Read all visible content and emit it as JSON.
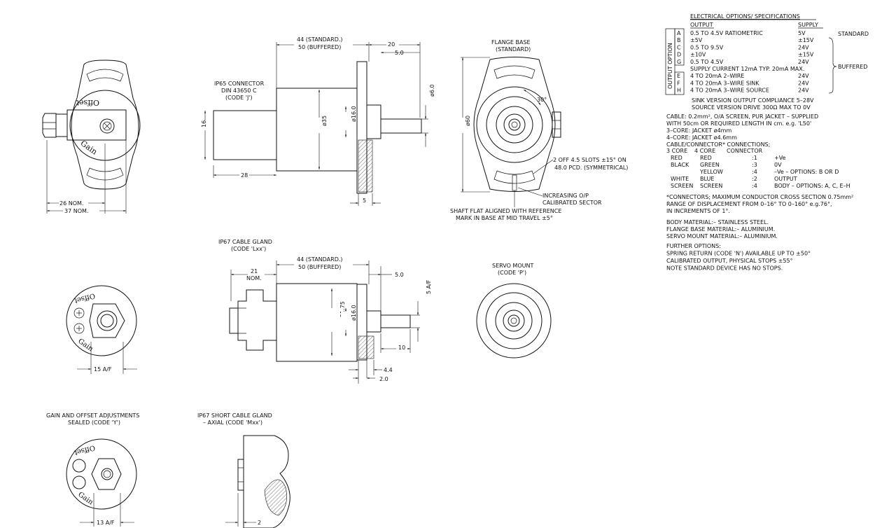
{
  "views": {
    "front_with_adjust": {
      "knob_offset": "Offset",
      "knob_gain": "Gain",
      "dim_26": "26 NOM.",
      "dim_37": "37 NOM."
    },
    "side_connector": {
      "dim_length": "44 (STANDARD.)",
      "dim_length_alt": "50 (BUFFERED)",
      "dim_20": "20",
      "dim_5": "5.0",
      "connector_l1": "IP65 CONNECTOR",
      "connector_l2": "DIN 43650 C",
      "connector_l3": "(CODE 'J')",
      "dim_16": "16",
      "dim_28": "28",
      "dim_d35": "ø35",
      "dim_d16": "ø16.0",
      "dim_d6": "ø6.0",
      "dim_5b": "5"
    },
    "flange": {
      "title_l1": "FLANGE BASE",
      "title_l2": "(STANDARD)",
      "dim_30": "30°",
      "dim_d60": "ø60",
      "slots_l1": "2 OFF 4.5 SLOTS ±15° ON",
      "slots_l2": "48.0 PCD. (SYMMETRICAL)",
      "inc_l1": "INCREASING O/P",
      "inc_l2": "CALIBRATED SECTOR",
      "shaft_l1": "SHAFT FLAT ALIGNED WITH REFERENCE",
      "shaft_l2": "MARK IN BASE AT MID TRAVEL ±5°"
    },
    "cable_gland": {
      "title_l1": "IP67 CABLE GLAND",
      "title_l2": "(CODE 'Lxx')",
      "dim_length": "44 (STANDARD.)",
      "dim_length_alt": "50 (BUFFERED)",
      "dim_21": "21",
      "dim_21b": "NOM.",
      "dim_5": "5.0",
      "dim_5af": "5 A/F",
      "dim_d3175": "ø31.75",
      "dim_d16": "ø16.0",
      "dim_10": "10",
      "dim_44": "4.4",
      "dim_20": "2.0"
    },
    "servo": {
      "title_l1": "SERVO MOUNT",
      "title_l2": "(CODE 'P')"
    },
    "front_gland": {
      "knob_offset": "Offset",
      "knob_gain": "Gain",
      "dim_af": "15 A/F"
    },
    "sealed": {
      "title_l1": "GAIN AND OFFSET ADJUSTMENTS",
      "title_l2": "SEALED (CODE 'Y')",
      "knob_offset": "Offset",
      "knob_gain": "Gain",
      "dim_af": "13 A/F"
    },
    "short_gland": {
      "title_l1": "IP67 SHORT CABLE GLAND",
      "title_l2": "– AXIAL (CODE 'Mxx')",
      "dim_2": "2"
    }
  },
  "specs": {
    "title": "ELECTRICAL OPTIONS/ SPECIFICATIONS",
    "col_output": "OUTPUT",
    "col_supply": "SUPPLY",
    "side_label": "OUTPUT OPTION",
    "rows": [
      {
        "code": "A",
        "output": "0.5 TO 4.5V RATIOMETRIC",
        "supply": "5V"
      },
      {
        "code": "B",
        "output": "±5V",
        "supply": "±15V"
      },
      {
        "code": "C",
        "output": "0.5 TO 9.5V",
        "supply": "24V"
      },
      {
        "code": "D",
        "output": "±10V",
        "supply": "±15V"
      },
      {
        "code": "G",
        "output": "0.5 TO 4.5V",
        "supply": "24V"
      },
      {
        "code": "",
        "output": "SUPPLY CURRENT 12mA TYP. 20mA MAX.",
        "supply": ""
      },
      {
        "code": "E",
        "output": "4 TO 20mA 2–WIRE",
        "supply": "24V"
      },
      {
        "code": "F",
        "output": "4 TO 20mA 3–WIRE SINK",
        "supply": "24V"
      },
      {
        "code": "H",
        "output": "4 TO 20mA 3–WIRE SOURCE",
        "supply": "24V"
      }
    ],
    "group_standard": "STANDARD",
    "group_buffered": "BUFFERED",
    "sink_note": "SINK VERSION OUTPUT COMPLIANCE 5–28V",
    "source_note": "SOURCE VERSION DRIVE 300Ω MAX TO 0V",
    "cable_lines": [
      "CABLE: 0.2mm², O/A SCREEN, PUR JACKET – SUPPLIED",
      "WITH 50cm OR REQUIRED LENGTH IN cm.  e.g. 'L50'",
      "3–CORE: JACKET ø4mm",
      "4–CORE: JACKET ø4.6mm",
      "CABLE/CONNECTOR* CONNECTIONS;"
    ],
    "conn_header": {
      "c3": "3 CORE",
      "c4": "4 CORE",
      "conn": "CONNECTOR"
    },
    "connections": [
      {
        "c3": "RED",
        "c4": "RED",
        "pin": ":1",
        "fn": "+Ve"
      },
      {
        "c3": "BLACK",
        "c4": "GREEN",
        "pin": ":3",
        "fn": "0V"
      },
      {
        "c3": "",
        "c4": "YELLOW",
        "pin": ":4",
        "fn": "–Ve – OPTIONS: B OR D"
      },
      {
        "c3": "WHITE",
        "c4": "BLUE",
        "pin": ":2",
        "fn": "OUTPUT"
      },
      {
        "c3": "SCREEN",
        "c4": "SCREEN",
        "pin": ":4",
        "fn": "BODY – OPTIONS: A, C, E–H"
      }
    ],
    "notes": [
      "*CONNECTORS; MAXIMUM CONDUCTOR CROSS SECTION 0.75mm²",
      "RANGE OF DISPLACEMENT FROM 0–16° TO 0–160° e.g.76°,",
      "IN INCREMENTS OF 1°."
    ],
    "materials": [
      "BODY MATERIAL:– STAINLESS STEEL.",
      "FLANGE BASE MATERIAL:– ALUMINIUM.",
      "SERVO MOUNT MATERIAL:– ALUMINIUM."
    ],
    "further": [
      "FURTHER OPTIONS:",
      "SPRING RETURN (CODE 'N') AVAILABLE UP TO ±50°",
      "CALIBRATED OUTPUT, PHYSICAL STOPS ±55°",
      "NOTE STANDARD DEVICE HAS NO STOPS."
    ]
  }
}
